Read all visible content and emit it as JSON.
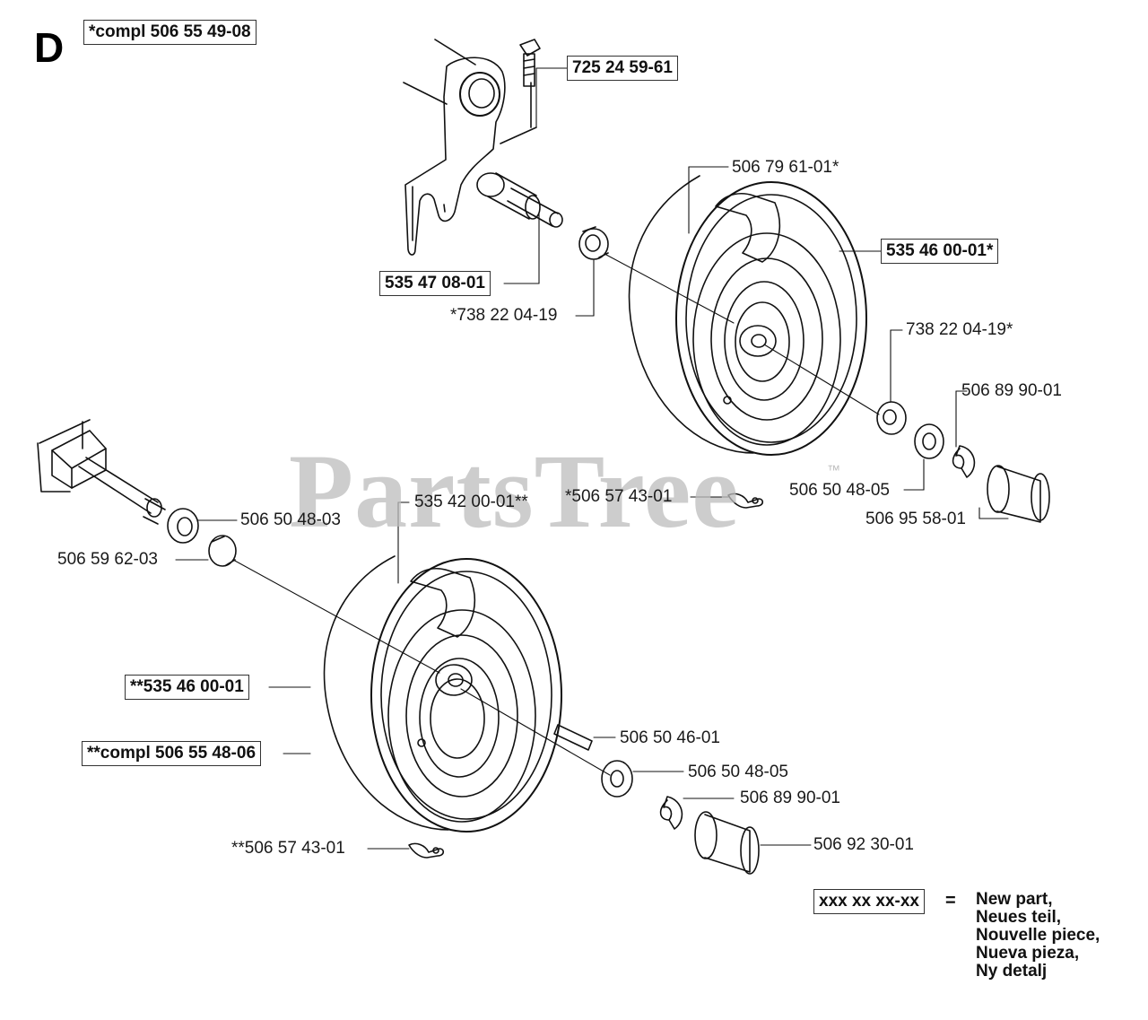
{
  "section_letter": "D",
  "watermark": {
    "text": "PartsTree",
    "tm": "™"
  },
  "labels": {
    "compl_upper": "*compl 506 55 49-08",
    "bolt": "725 24 59-61",
    "tire_upper": "506 79 61-01*",
    "wheel_upper": "535 46 00-01*",
    "axle_upper": "535 47 08-01",
    "bearing_upper_left": "*738 22 04-19",
    "bearing_upper_right": "738 22 04-19*",
    "ring_upper": "506 89 90-01",
    "washer_upper": "506 50 48-05",
    "cap_upper": "506 95 58-01",
    "clip_upper": "*506 57 43-01",
    "tire_lower": "535 42 00-01**",
    "washer_lower_left": "506 50 48-03",
    "bushing_lower": "506 59 62-03",
    "wheel_lower": "**535 46 00-01",
    "compl_lower": "**compl 506 55 48-06",
    "key_lower": "506 50 46-01",
    "washer_lower_right": "506 50 48-05",
    "ring_lower": "506 89 90-01",
    "cap_lower": "506 92 30-01",
    "clip_lower": "**506 57 43-01"
  },
  "legend": {
    "sample": "xxx xx xx-xx",
    "equals": "=",
    "lines": [
      "New part,",
      "Neues teil,",
      "Nouvelle piece,",
      "Nueva pieza,",
      "Ny detalj"
    ]
  }
}
